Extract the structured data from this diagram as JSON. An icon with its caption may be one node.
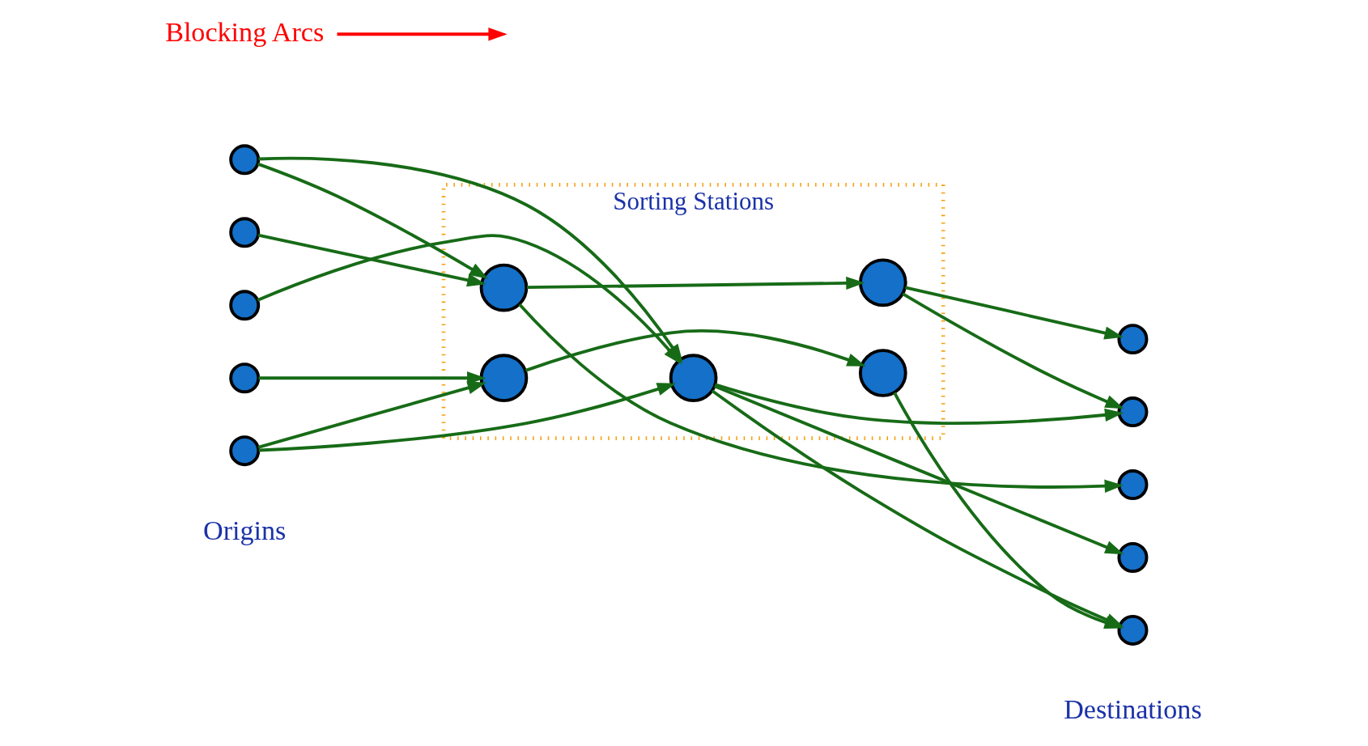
{
  "diagram": {
    "nodes": [
      {
        "text": [
          "Sorting Stations"
        ]
      },
      {
        "text": [],
        "shape": "circle",
        "in": 0
      },
      {
        "text": [],
        "shape": "circle",
        "in": 0
      },
      {
        "text": [],
        "shape": "circle",
        "in": 0
      },
      {
        "text": [],
        "shape": "circle",
        "in": 0
      },
      {
        "text": [],
        "shape": "circle",
        "in": 0
      },
      {
        "text": [],
        "shape": "circle"
      },
      {
        "text": [],
        "shape": "circle"
      },
      {
        "text": [],
        "shape": "circle"
      },
      {
        "text": [],
        "shape": "circle"
      },
      {
        "text": [],
        "shape": "circle"
      },
      {
        "text": [],
        "shape": "circle"
      },
      {
        "text": [],
        "shape": "circle"
      },
      {
        "text": [],
        "shape": "circle"
      },
      {
        "text": [],
        "shape": "circle"
      },
      {
        "text": [],
        "shape": "circle"
      },
      {
        "text": [
          "Blocking Arcs"
        ]
      }
    ],
    "edges": [
      {
        "from": 6,
        "to": 1,
        "arrow": "to"
      },
      {
        "from": 6,
        "to": 3,
        "arrow": "to"
      },
      {
        "from": 7,
        "to": 1,
        "arrow": "to"
      },
      {
        "from": 8,
        "to": 3,
        "arrow": "to"
      },
      {
        "from": 9,
        "to": 4,
        "arrow": "to"
      },
      {
        "from": 10,
        "to": 3,
        "arrow": "to"
      },
      {
        "from": 10,
        "to": 4,
        "arrow": "to"
      },
      {
        "from": 1,
        "to": 2,
        "arrow": "to"
      },
      {
        "from": 1,
        "to": 13,
        "arrow": "to"
      },
      {
        "from": 2,
        "to": 11,
        "arrow": "to"
      },
      {
        "from": 2,
        "to": 12,
        "arrow": "to"
      },
      {
        "from": 3,
        "to": 12,
        "arrow": "to"
      },
      {
        "from": 3,
        "to": 14,
        "arrow": "to"
      },
      {
        "from": 3,
        "to": 15,
        "arrow": "to"
      },
      {
        "from": 4,
        "to": 5,
        "arrow": "to"
      },
      {
        "from": 5,
        "to": 15,
        "arrow": "to"
      },
      {
        "from": 16,
        "to": null,
        "arrow": "to",
        "color": "#ff0000"
      }
    ],
    "labels": [
      "Origins",
      "Destinations"
    ]
  }
}
